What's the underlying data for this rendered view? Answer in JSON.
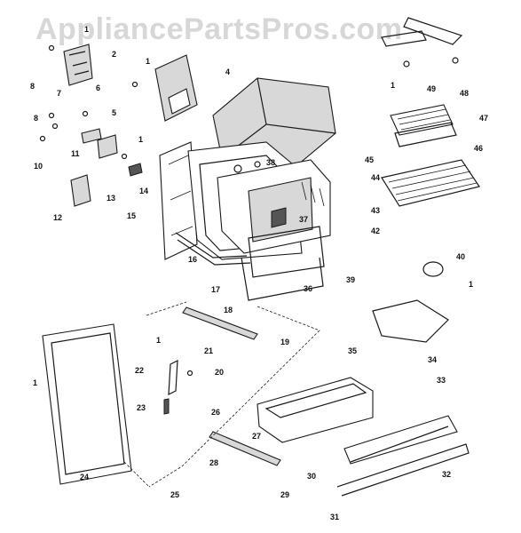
{
  "watermark": "AppliancePartsPros.com",
  "parts": [
    {
      "id": "p1a",
      "label": "1"
    },
    {
      "id": "p2",
      "label": "2"
    },
    {
      "id": "p1b",
      "label": "1"
    },
    {
      "id": "p4",
      "label": "4"
    },
    {
      "id": "p8a",
      "label": "8"
    },
    {
      "id": "p7",
      "label": "7"
    },
    {
      "id": "p6",
      "label": "6"
    },
    {
      "id": "p5",
      "label": "5"
    },
    {
      "id": "p8b",
      "label": "8"
    },
    {
      "id": "p10",
      "label": "10"
    },
    {
      "id": "p11",
      "label": "11"
    },
    {
      "id": "p1c",
      "label": "1"
    },
    {
      "id": "p13",
      "label": "13"
    },
    {
      "id": "p12",
      "label": "12"
    },
    {
      "id": "p14",
      "label": "14"
    },
    {
      "id": "p15",
      "label": "15"
    },
    {
      "id": "p16",
      "label": "16"
    },
    {
      "id": "p17",
      "label": "17"
    },
    {
      "id": "p38",
      "label": "38"
    },
    {
      "id": "p37",
      "label": "37"
    },
    {
      "id": "p36",
      "label": "36"
    },
    {
      "id": "p39",
      "label": "39"
    },
    {
      "id": "p44",
      "label": "44"
    },
    {
      "id": "p43",
      "label": "43"
    },
    {
      "id": "p42",
      "label": "42"
    },
    {
      "id": "p1d",
      "label": "1"
    },
    {
      "id": "p49",
      "label": "49"
    },
    {
      "id": "p48",
      "label": "48"
    },
    {
      "id": "p47",
      "label": "47"
    },
    {
      "id": "p45",
      "label": "45"
    },
    {
      "id": "p46",
      "label": "46"
    },
    {
      "id": "p40",
      "label": "40"
    },
    {
      "id": "p1e",
      "label": "1"
    },
    {
      "id": "p1f",
      "label": "1"
    },
    {
      "id": "p18",
      "label": "18"
    },
    {
      "id": "p19",
      "label": "19"
    },
    {
      "id": "p20",
      "label": "20"
    },
    {
      "id": "p21",
      "label": "21"
    },
    {
      "id": "p22",
      "label": "22"
    },
    {
      "id": "p23",
      "label": "23"
    },
    {
      "id": "p1g",
      "label": "1"
    },
    {
      "id": "p24",
      "label": "24"
    },
    {
      "id": "p25",
      "label": "25"
    },
    {
      "id": "p34",
      "label": "34"
    },
    {
      "id": "p35",
      "label": "35"
    },
    {
      "id": "p33",
      "label": "33"
    },
    {
      "id": "p26",
      "label": "26"
    },
    {
      "id": "p27",
      "label": "27"
    },
    {
      "id": "p28",
      "label": "28"
    },
    {
      "id": "p29",
      "label": "29"
    },
    {
      "id": "p30",
      "label": "30"
    },
    {
      "id": "p32",
      "label": "32"
    },
    {
      "id": "p31",
      "label": "31"
    }
  ]
}
